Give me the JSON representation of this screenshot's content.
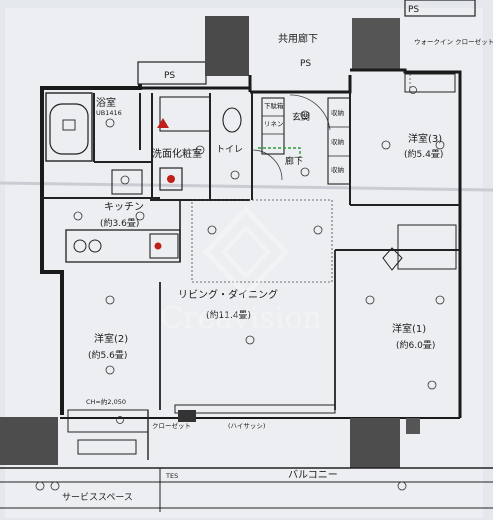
{
  "rooms": {
    "bath": {
      "name": "浴室",
      "size": "UB1416"
    },
    "washroom": {
      "name": "洗面化粧室"
    },
    "toilet": {
      "name": "トイレ"
    },
    "entrance": {
      "name": "玄関"
    },
    "hallway": {
      "name": "廊下"
    },
    "common_corridor": {
      "name": "共用廊下"
    },
    "kitchen": {
      "name": "キッチン",
      "size": "(約3.6畳)"
    },
    "living": {
      "name": "リビング・ダイニング",
      "size": "(約11.4畳)"
    },
    "west_room": {
      "name": "洋室(2)",
      "size": "(約5.6畳)",
      "note": "CH=約2,050"
    },
    "room1": {
      "name": "洋室(1)",
      "size": "(約6.0畳)"
    },
    "room3": {
      "name": "洋室(3)",
      "size": "(約5.4畳)"
    },
    "walk_in": {
      "name": "ウォークイン\nクローゼット"
    },
    "closet": {
      "name": "クローゼット"
    },
    "balcony": {
      "name": "バルコニー"
    },
    "service_space": {
      "name": "サービススペース"
    }
  },
  "labels": {
    "ps": "PS",
    "storage": "収納",
    "shoe_box": "下駄箱",
    "linen": "リネン",
    "sash": "(ハイサッシ)",
    "tes": "TES",
    "watermark": "Creavision"
  },
  "colors": {
    "line": "#151515",
    "wall": "#2a2a2a",
    "paper": "#eceef1",
    "red_mark": "#c0201a",
    "green_mark": "#2e9a3a"
  }
}
